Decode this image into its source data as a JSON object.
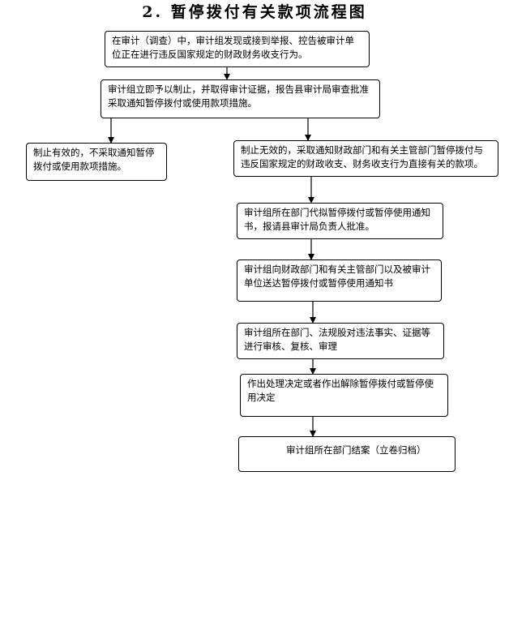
{
  "title": "2.  暂停拨付有关款项流程图",
  "nodes": {
    "n1": "在审计（调查）中，审计组发现或接到举报、控告被审计单位正在进行违反国家规定的财政财务收支行为。",
    "n2": "审计组立即予以制止，并取得审计证据，报告县审计局审查批准采取通知暂停拨付或使用款项措施。",
    "n3": "制止有效的，不采取通知暂停拨付或使用款项措施。",
    "n4": "制止无效的，采取通知财政部门和有关主管部门暂停拨付与违反国家规定的财政收支、财务收支行为直接有关的款项。",
    "n5": "审计组所在部门代拟暂停拨付或暂停使用通知书，报请县审计局负责人批准。",
    "n6": "审计组向财政部门和有关主管部门以及被审计单位送达暂停拨付或暂停使用通知书",
    "n7": "审计组所在部门、法规股对违法事实、证据等进行审核、复核、审理",
    "n8": "作出处理决定或者作出解除暂停拨付或暂停使用决定",
    "n9": "审计组所在部门结案（立卷归档）"
  }
}
